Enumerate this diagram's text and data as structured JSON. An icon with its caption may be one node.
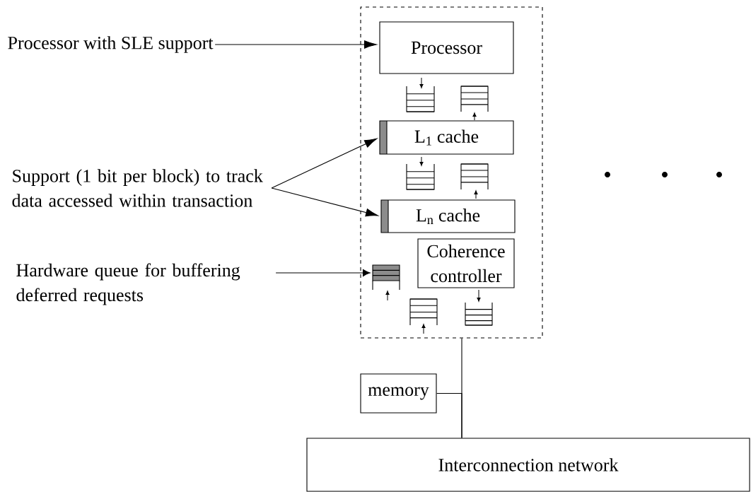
{
  "diagram": {
    "nodes": [
      {
        "text": [],
        "shape": "box"
      },
      {
        "text": [
          "Processor"
        ],
        "in": 0
      },
      {
        "text": [
          "L$_{1}$ cache"
        ],
        "in": 0
      },
      {
        "text": [
          "L$_{n}$ cache"
        ],
        "in": 0
      },
      {
        "text": [
          "Coherence controller"
        ],
        "in": 0
      },
      {
        "text": [],
        "shape": "queue",
        "in": 0
      },
      {
        "text": [
          "memory"
        ]
      },
      {
        "text": [
          "Interconnection network"
        ]
      },
      {
        "text": [
          "Processor with SLE support"
        ]
      },
      {
        "text": [
          "Support (1 bit per block) to track data accessed within transaction"
        ]
      },
      {
        "text": [
          "Hardware queue for buffering deferred requests"
        ]
      }
    ],
    "edges": [
      {
        "from": 8,
        "to": 1,
        "arrow": "to"
      },
      {
        "from": 9,
        "to": 2,
        "arrow": "to"
      },
      {
        "from": 9,
        "to": 3,
        "arrow": "to"
      },
      {
        "from": 10,
        "to": 5,
        "arrow": "to"
      },
      {
        "from": 0,
        "to": 7,
        "arrow": "none"
      },
      {
        "from": 6,
        "to": 7,
        "arrow": "none"
      }
    ]
  }
}
